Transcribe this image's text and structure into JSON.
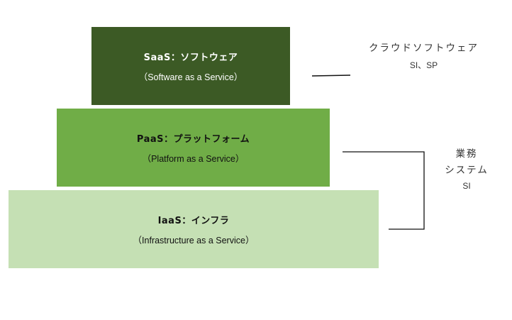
{
  "diagram": {
    "layers": [
      {
        "id": "saas",
        "title": "SaaS：ソフトウェア",
        "subtitle": "（Software as a Service）",
        "color": "#3c5a25"
      },
      {
        "id": "paas",
        "title": "PaaS：プラットフォーム",
        "subtitle": "（Platform as a Service）",
        "color": "#70ad47"
      },
      {
        "id": "iaas",
        "title": "IaaS：インフラ",
        "subtitle": "（Infrastructure as a Service）",
        "color": "#c5e0b4"
      }
    ],
    "annotations": {
      "cloud": {
        "title": "クラウドソフトウェア",
        "detail": "SI、SP"
      },
      "business": {
        "line1": "業務",
        "line2": "システム",
        "detail": "SI"
      }
    }
  }
}
